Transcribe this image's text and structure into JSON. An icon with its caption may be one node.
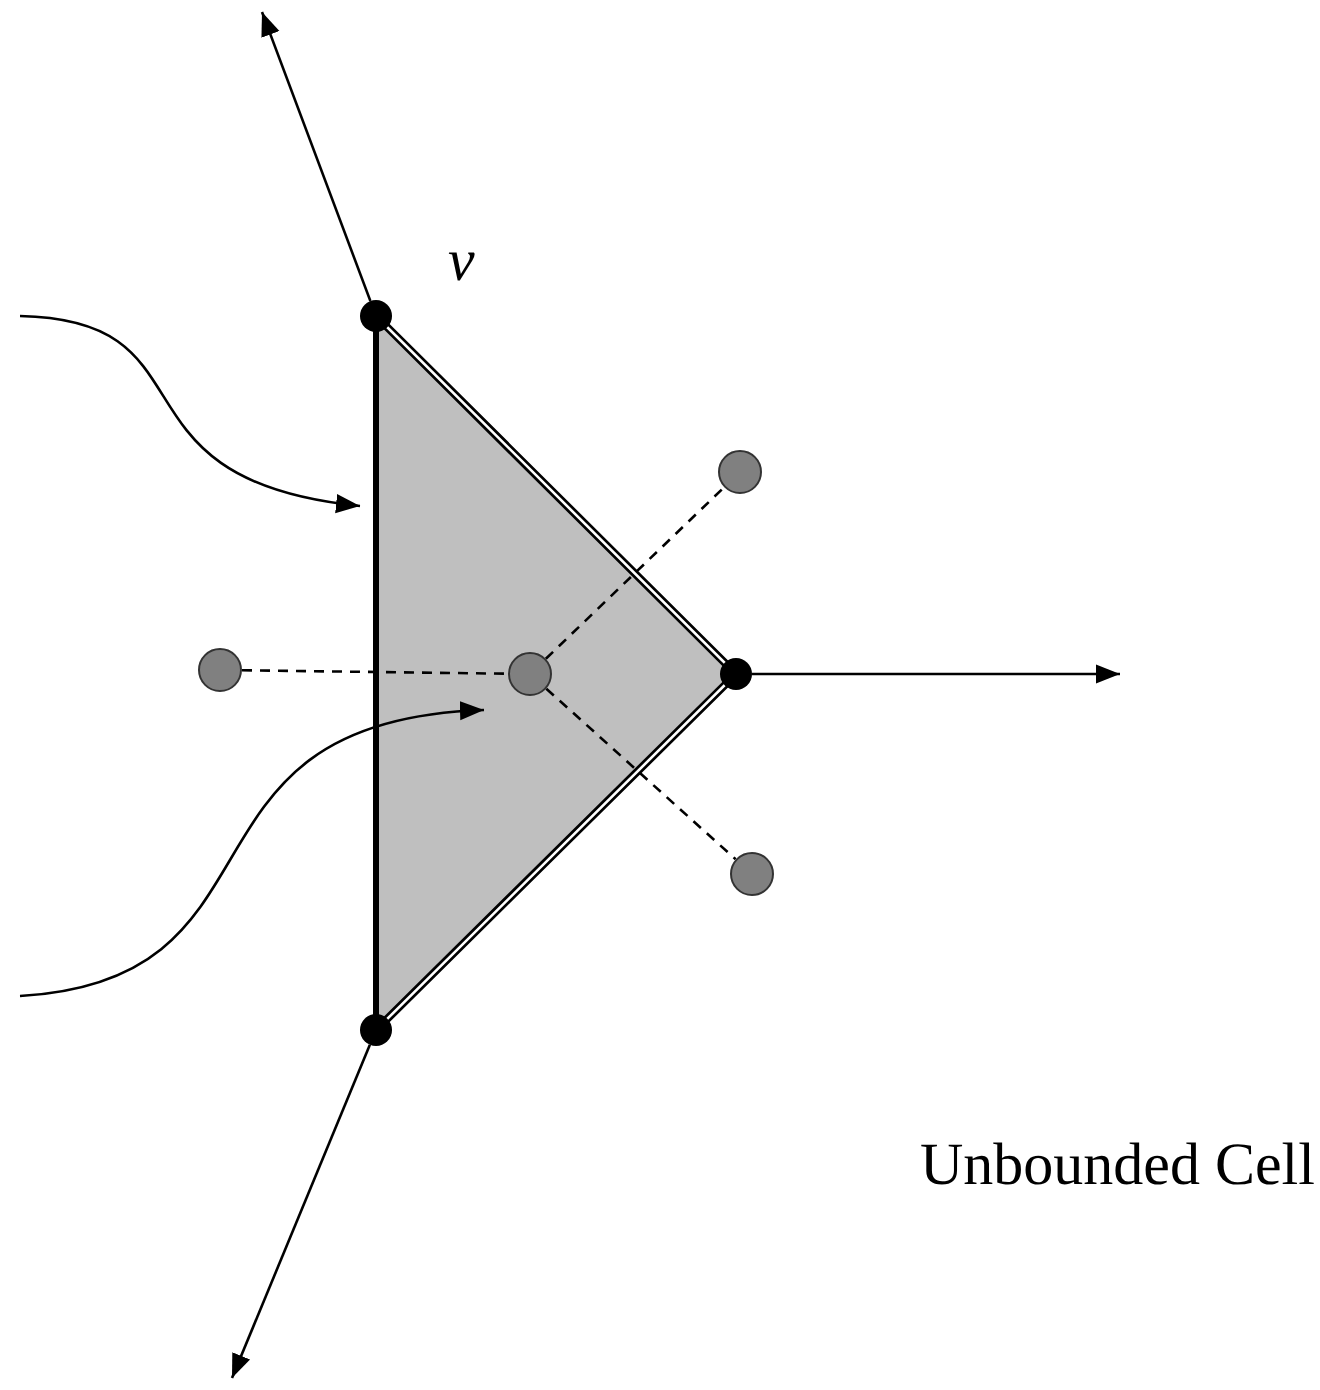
{
  "diagram": {
    "nodes": [
      {
        "text": [],
        "shape": "triangle"
      },
      {
        "text": [],
        "shape": "circle",
        "beside": [
          "v"
        ]
      },
      {
        "text": [],
        "shape": "circle"
      },
      {
        "text": [],
        "shape": "circle"
      },
      {
        "text": [],
        "shape": "circle"
      },
      {
        "text": [],
        "shape": "circle",
        "in": 0
      },
      {
        "text": [],
        "shape": "circle"
      },
      {
        "text": [],
        "shape": "circle"
      }
    ],
    "edges": [
      {
        "from": 1,
        "to": null,
        "arrow": "to"
      },
      {
        "from": 2,
        "to": null,
        "arrow": "to"
      },
      {
        "from": 3,
        "to": null,
        "arrow": "to"
      },
      {
        "from": 4,
        "to": 5,
        "arrow": "none",
        "style": "dashed"
      },
      {
        "from": 5,
        "to": 6,
        "arrow": "none",
        "style": "dashed"
      },
      {
        "from": 5,
        "to": 7,
        "arrow": "none",
        "style": "dashed"
      },
      {
        "from": null,
        "to": 0,
        "arrow": "to"
      },
      {
        "from": null,
        "to": 0,
        "arrow": "to"
      }
    ],
    "labels": [
      "Unbounded Cell"
    ]
  }
}
